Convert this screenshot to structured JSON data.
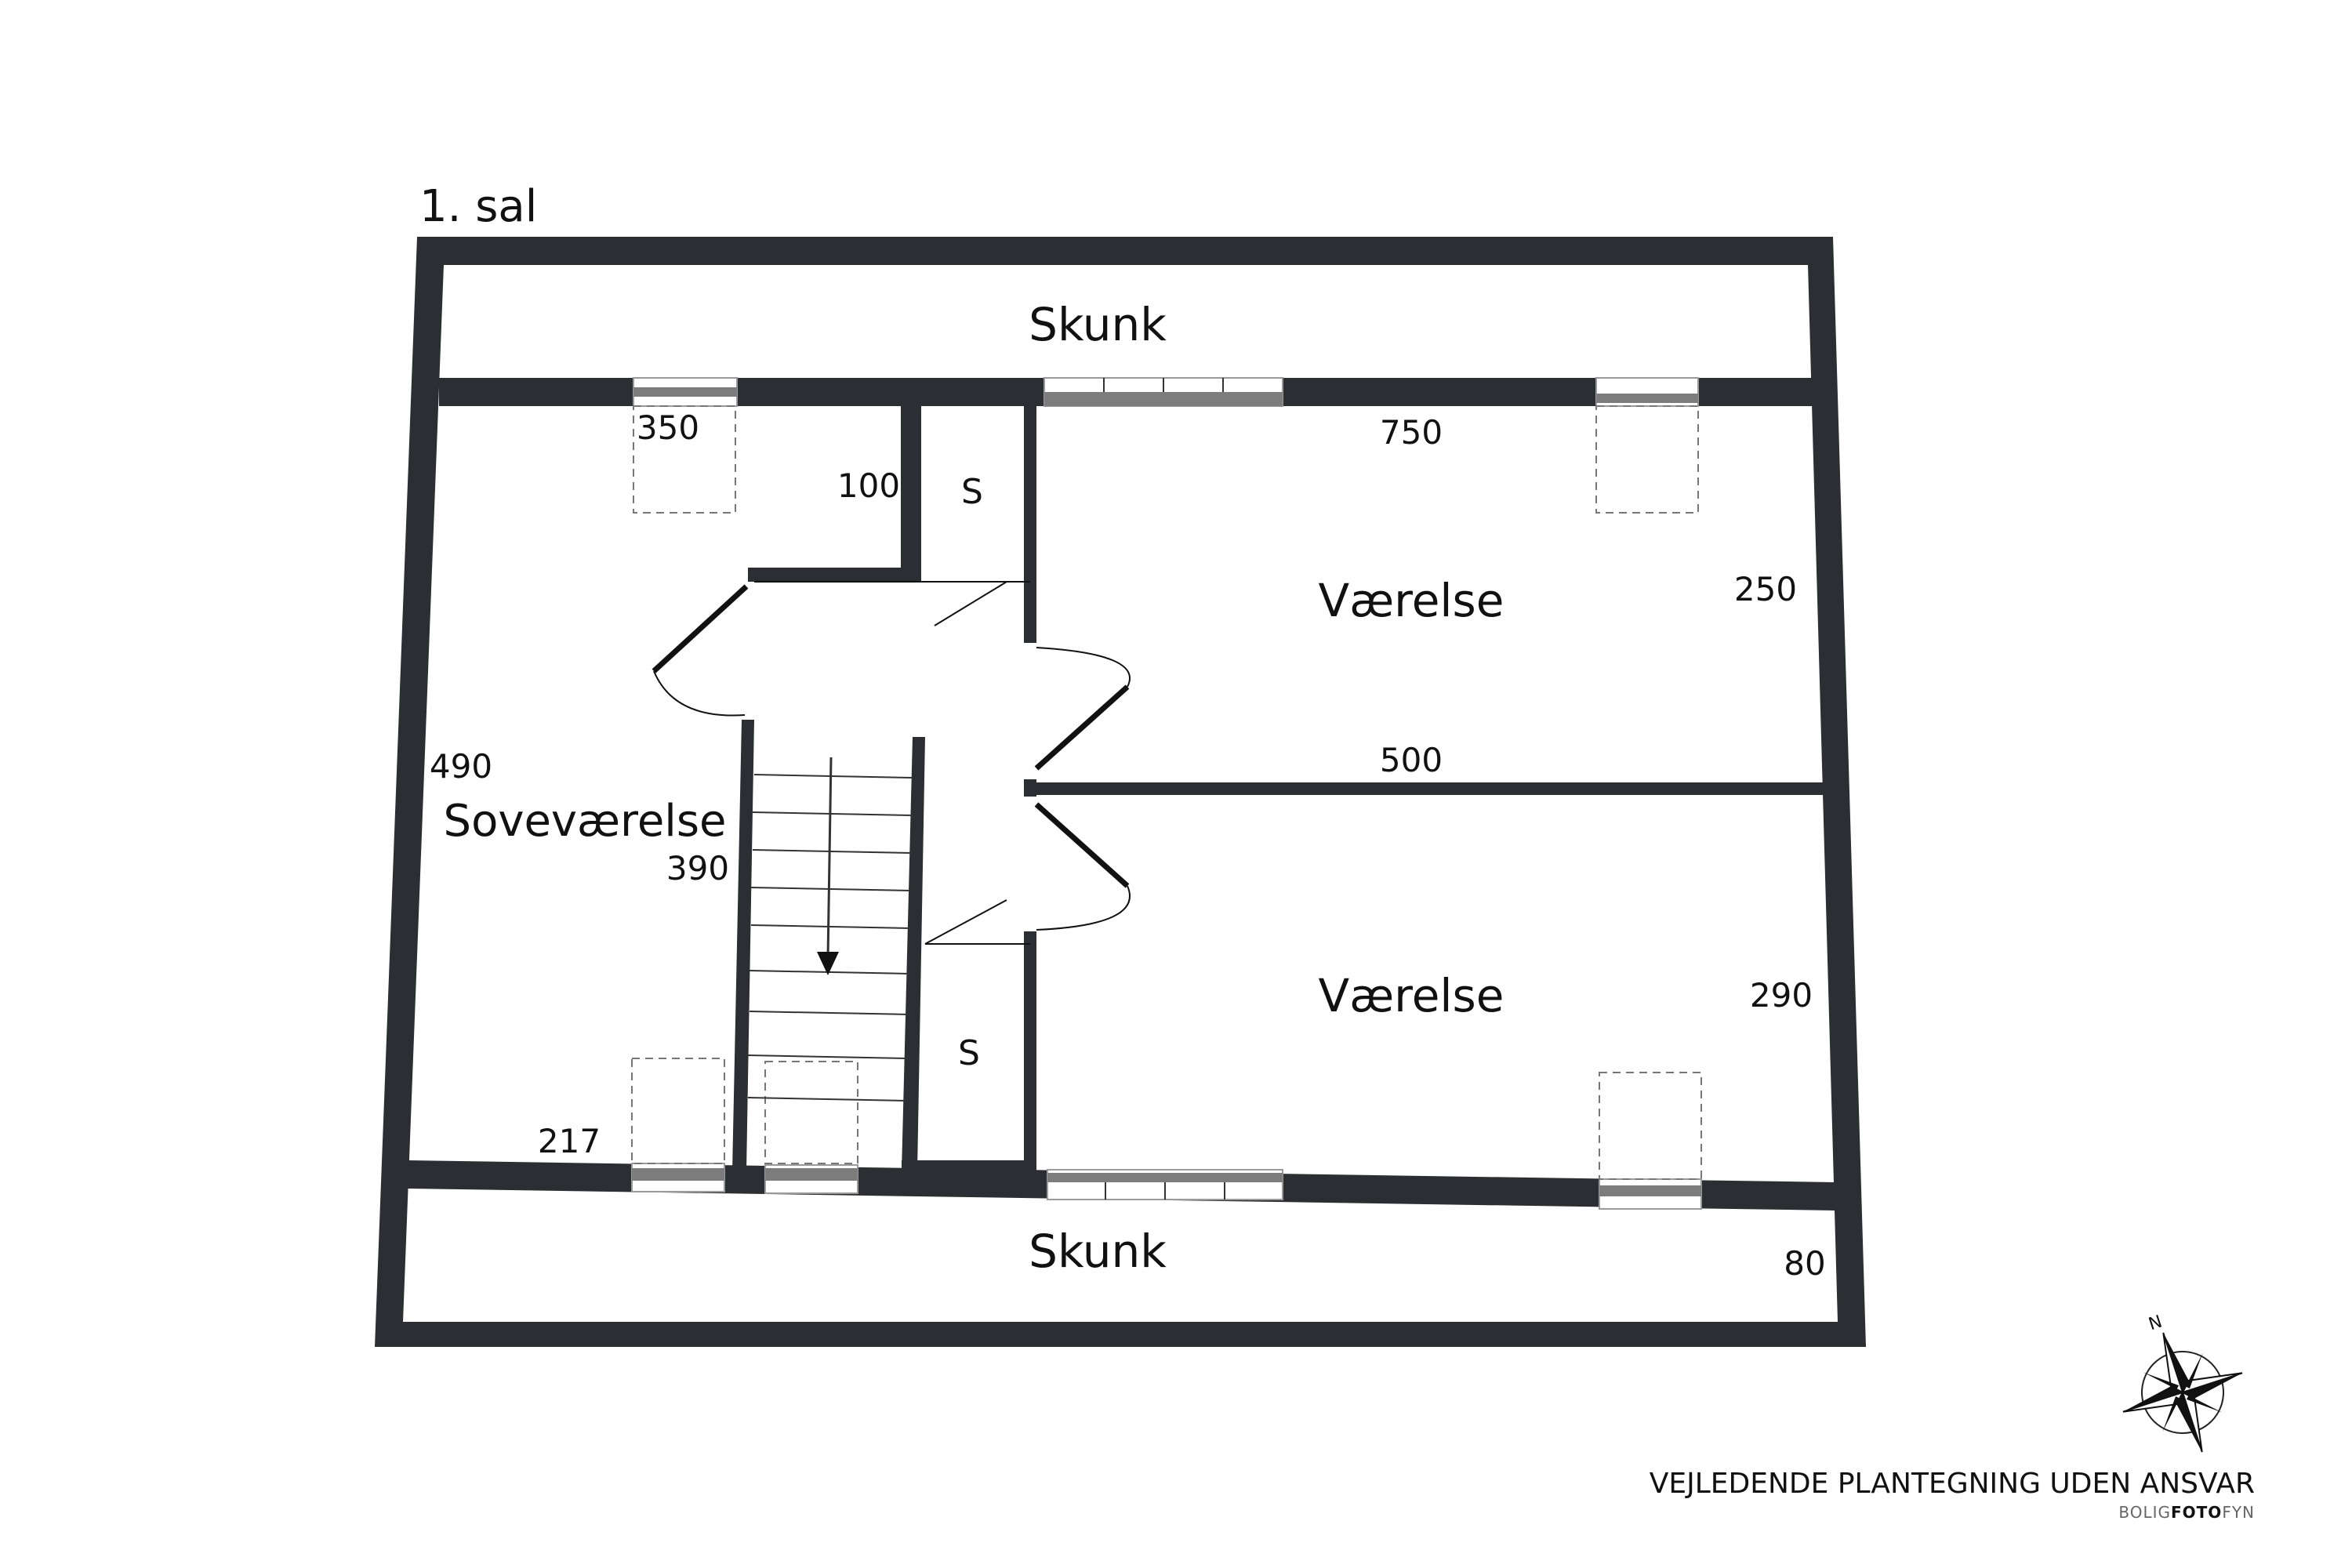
{
  "floor_label": "1. sal",
  "rooms": {
    "attic_top": "Skunk",
    "attic_bottom": "Skunk",
    "storage_top": "S",
    "storage_bottom": "S",
    "room_top": "Værelse",
    "room_bottom": "Værelse",
    "bedroom": "Soveværelse"
  },
  "dimensions": {
    "d350": "350",
    "d100": "100",
    "d750": "750",
    "d250": "250",
    "d490": "490",
    "d390": "390",
    "d500": "500",
    "d290": "290",
    "d217": "217",
    "d80": "80"
  },
  "compass": {
    "north_label": "N",
    "icon": "compass-rose-icon"
  },
  "footer": {
    "disclaimer": "VEJLEDENDE PLANTEGNING UDEN ANSVAR",
    "brand_part1": "BOLIG",
    "brand_part2": "FOTO",
    "brand_part3": "FYN"
  },
  "colors": {
    "wall": "#2b2f33",
    "window": "#7c7c7c"
  }
}
